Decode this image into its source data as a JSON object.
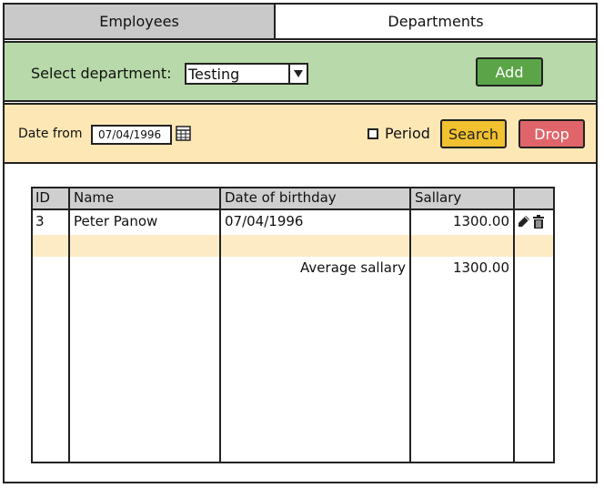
{
  "tabs": [
    {
      "label": "Employees",
      "active": true
    },
    {
      "label": "Departments",
      "active": false
    }
  ],
  "filter": {
    "department_label": "Select department:",
    "department_value": "Testing",
    "add_label": "Add"
  },
  "search": {
    "date_from_label": "Date from",
    "date_from_value": "07/04/1996",
    "period_label": "Period",
    "period_checked": false,
    "search_label": "Search",
    "drop_label": "Drop"
  },
  "table": {
    "headers": [
      "ID",
      "Name",
      "Date of birthday",
      "Sallary",
      ""
    ],
    "rows": [
      {
        "id": "3",
        "name": "Peter Panow",
        "dob": "07/04/1996",
        "salary": "1300.00"
      }
    ],
    "average_label": "Average sallary",
    "average_value": "1300.00"
  },
  "colors": {
    "green_panel": "#b8d9a9",
    "yellow_panel": "#fde7b5",
    "add_button": "#5ba548",
    "search_button": "#f2c12f",
    "drop_button": "#e0656a",
    "row_highlight": "#fdebc6"
  },
  "icons": [
    "dropdown-arrow-icon",
    "calendar-icon",
    "edit-icon",
    "trash-icon"
  ]
}
